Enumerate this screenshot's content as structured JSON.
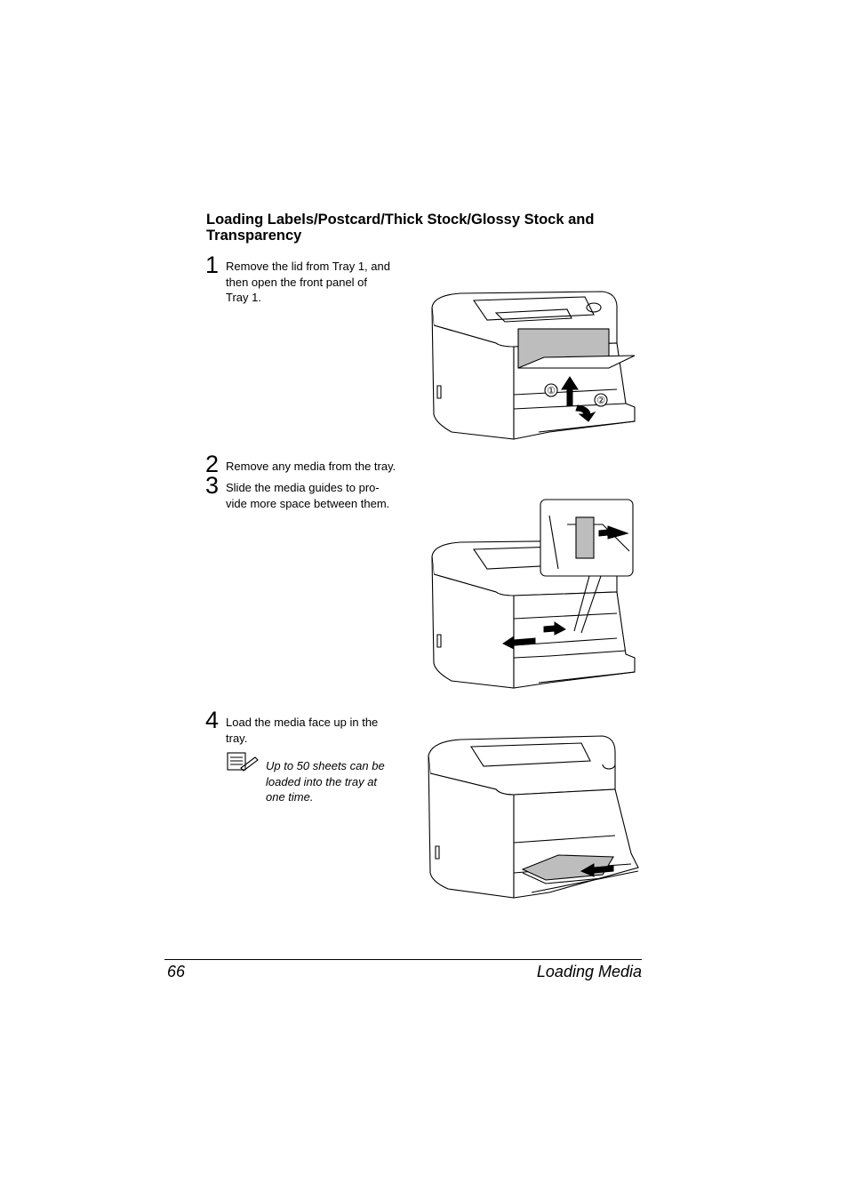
{
  "section": {
    "heading": "Loading Labels/Postcard/Thick Stock/Glossy Stock and Transparency"
  },
  "steps": [
    {
      "number": "1",
      "line1": "Remove the lid from Tray 1, and",
      "line2": "then open the front panel of",
      "line3": "Tray 1."
    },
    {
      "number": "2",
      "line1": "Remove any media from the tray."
    },
    {
      "number": "3",
      "line1": "Slide the media guides to pro-",
      "line2": "vide more space between them."
    },
    {
      "number": "4",
      "line1": "Load the media face up in the",
      "line2": "tray."
    }
  ],
  "note": {
    "icon": "note-pad-icon",
    "line1": "Up to 50 sheets can be",
    "line2": "loaded into the tray at",
    "line3": "one time."
  },
  "figure1": {
    "callout1": "①",
    "callout2": "②"
  },
  "footer": {
    "page_number": "66",
    "chapter_title": "Loading Media"
  }
}
